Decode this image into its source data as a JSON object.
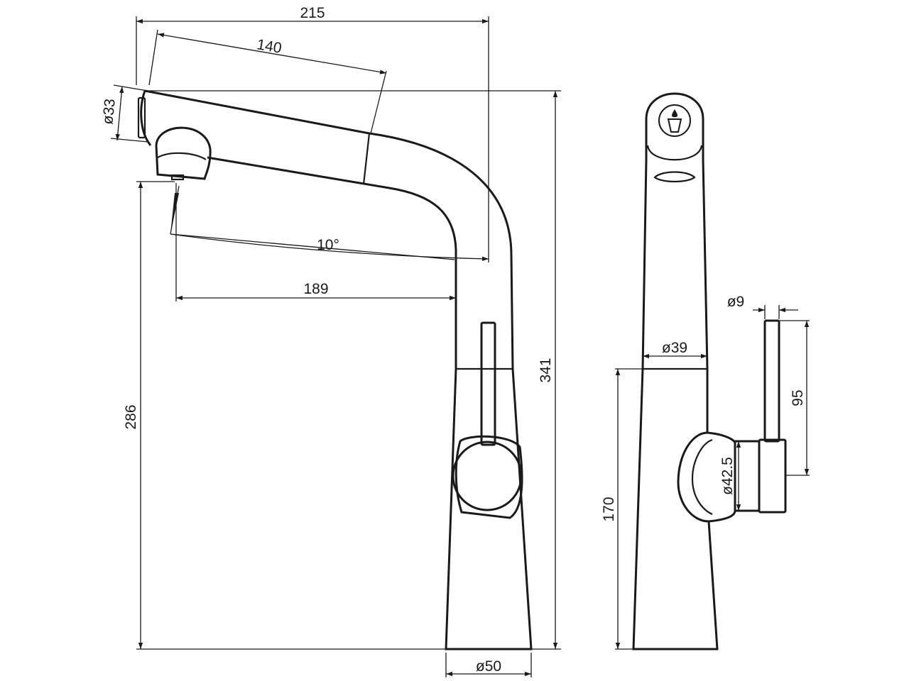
{
  "front_view": {
    "dim_total_width": "215",
    "dim_spout_length": "140",
    "dim_spout_diameter": "ø33",
    "dim_angle": "10°",
    "dim_reach": "189",
    "dim_spout_height": "286",
    "dim_total_height": "341",
    "dim_base_diameter": "ø50"
  },
  "side_view": {
    "dim_lever_diameter": "ø9",
    "dim_body_diameter": "ø39",
    "dim_lever_height": "95",
    "dim_handle_diameter": "ø42.5",
    "dim_body_height": "170"
  },
  "colors": {
    "line": "#1a1a1a",
    "background": "#ffffff"
  },
  "icons": [
    "arrowhead-icon",
    "spray-button-icon"
  ]
}
